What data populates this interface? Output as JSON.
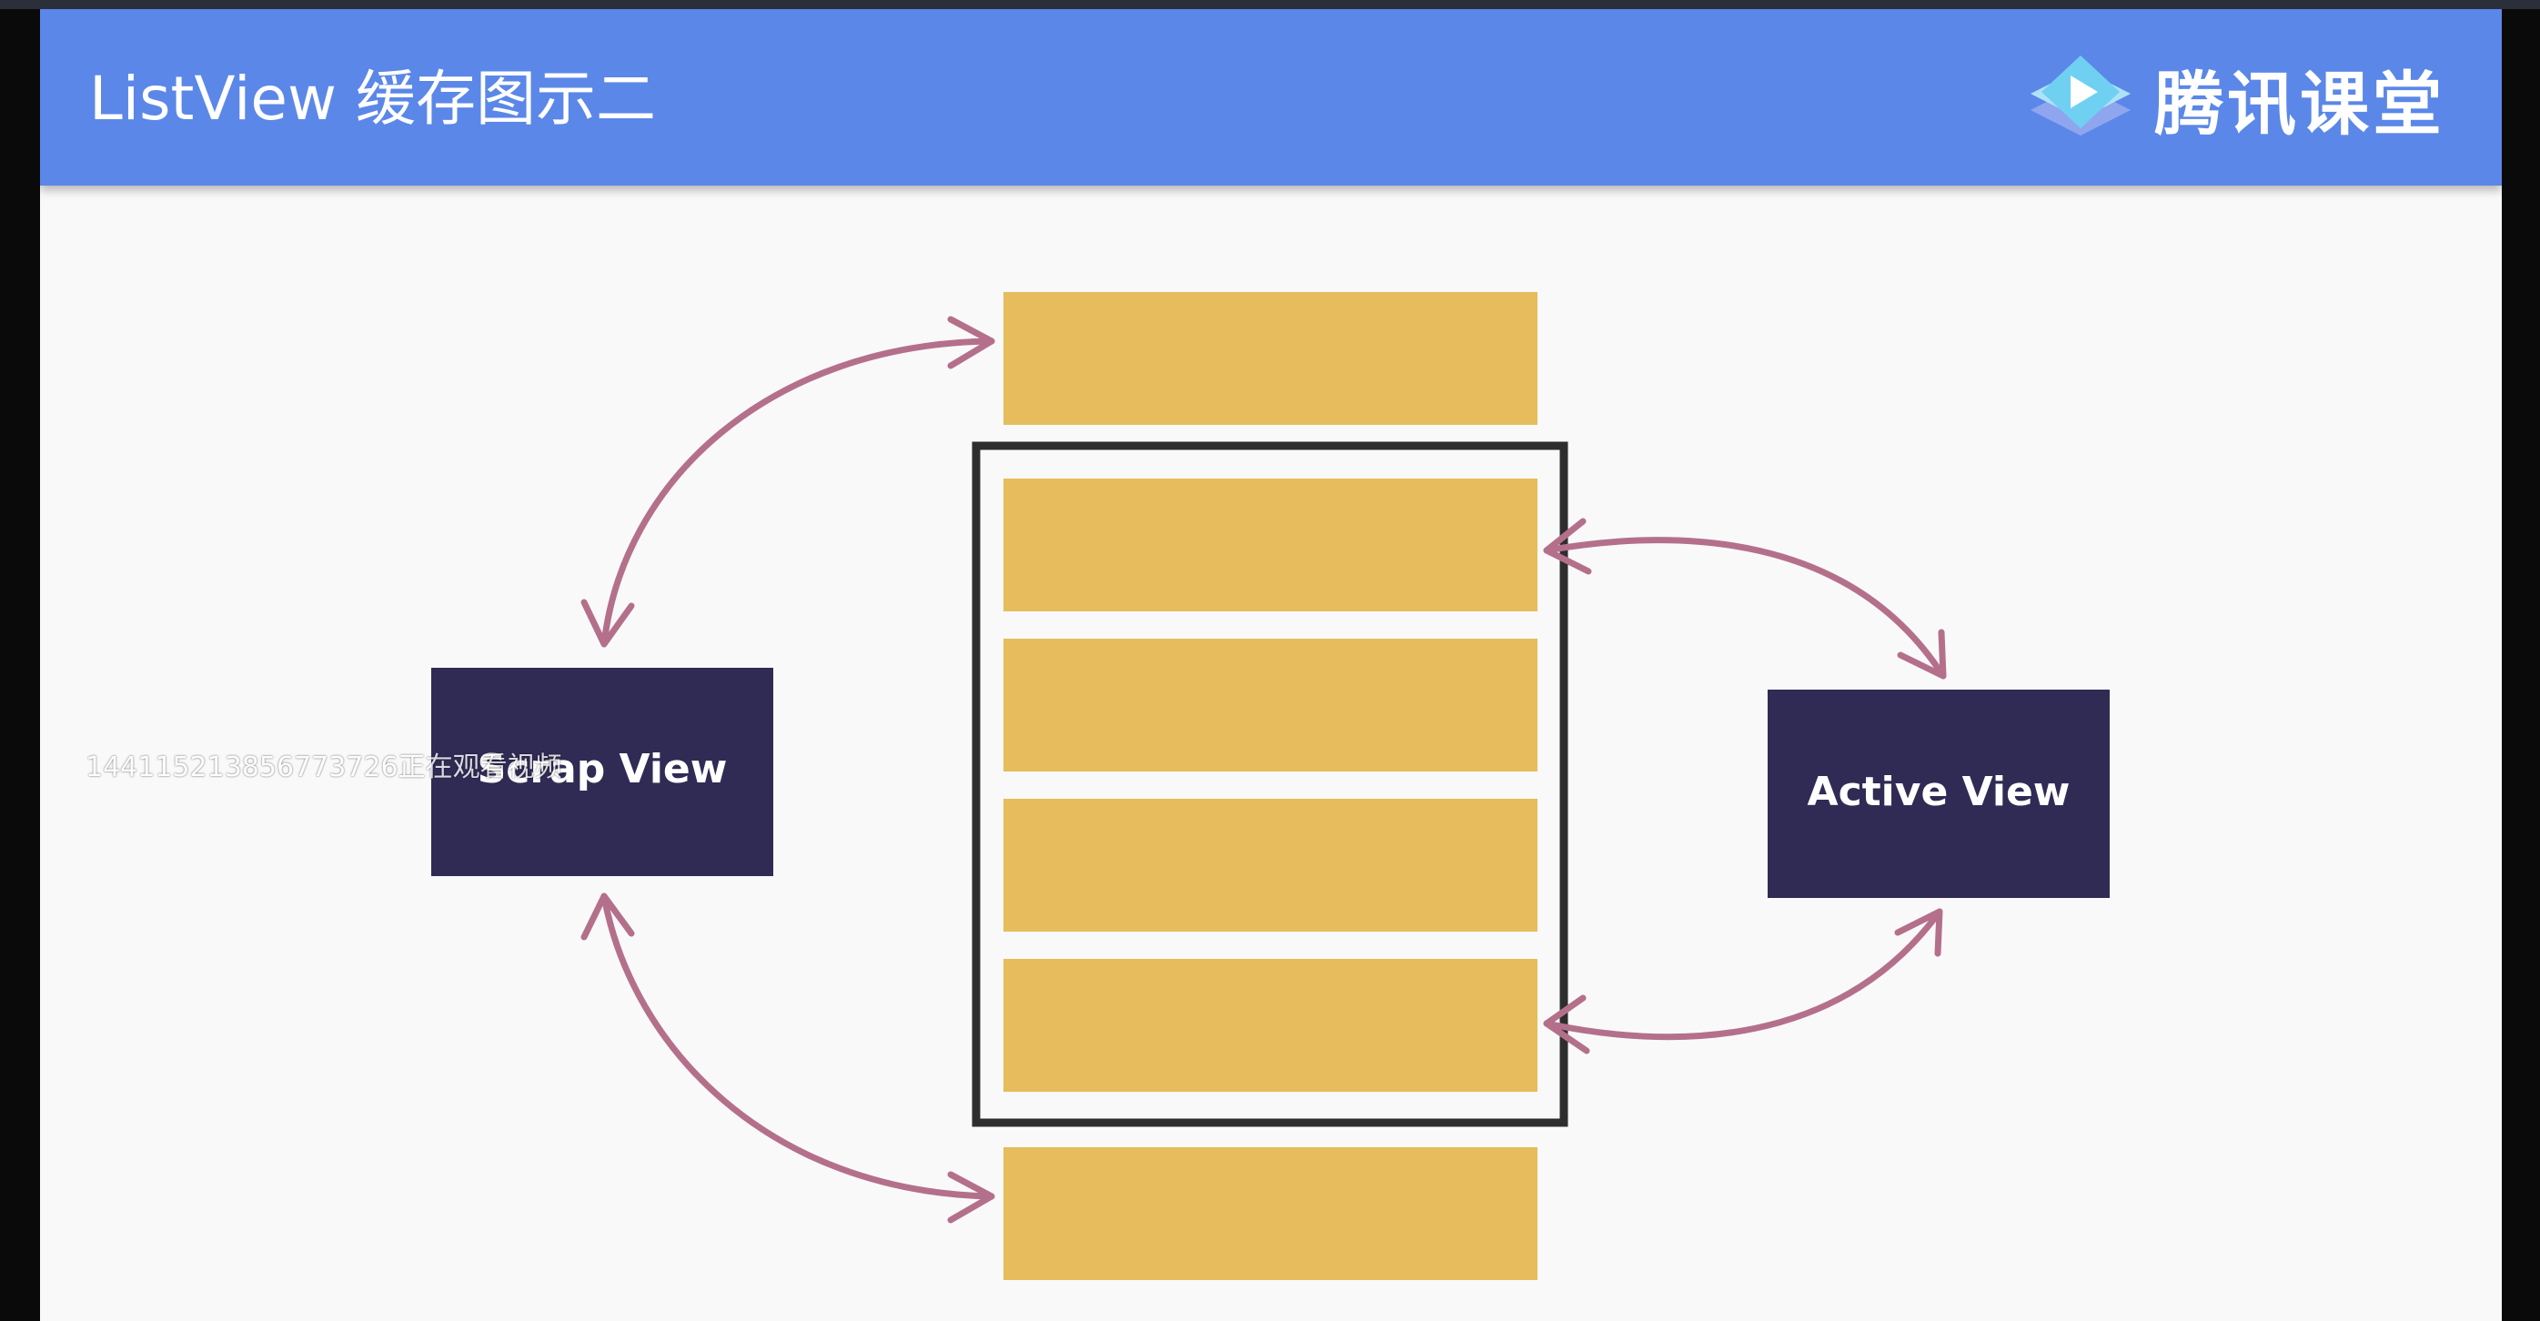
{
  "slide": {
    "title": "ListView 缓存图示二",
    "brand": {
      "name": "腾讯课堂",
      "icon": "tencent-classroom-play-icon"
    }
  },
  "diagram": {
    "nodes": {
      "scrap": {
        "label": "Scrap View"
      },
      "active": {
        "label": "Active View"
      }
    },
    "list_items": {
      "above_viewport": 1,
      "in_viewport": 4,
      "below_viewport": 1
    },
    "colors": {
      "header": "#5b87e8",
      "item": "#e6bc5c",
      "node": "#302b55",
      "arrow": "#b4708b",
      "viewport_border": "#2e2e2e"
    }
  },
  "overlay": {
    "watermark": "144115213856773726正在观看视频"
  }
}
